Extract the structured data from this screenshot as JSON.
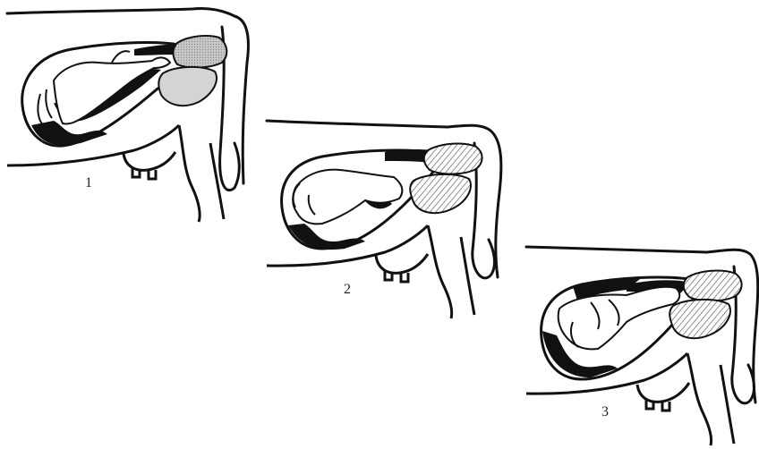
{
  "panels": [
    {
      "label": "1"
    },
    {
      "label": "2"
    },
    {
      "label": "3"
    }
  ],
  "colors": {
    "ink": "#111111",
    "paper": "#ffffff",
    "shade": "#bdbdbd",
    "hatch": "#555555"
  }
}
